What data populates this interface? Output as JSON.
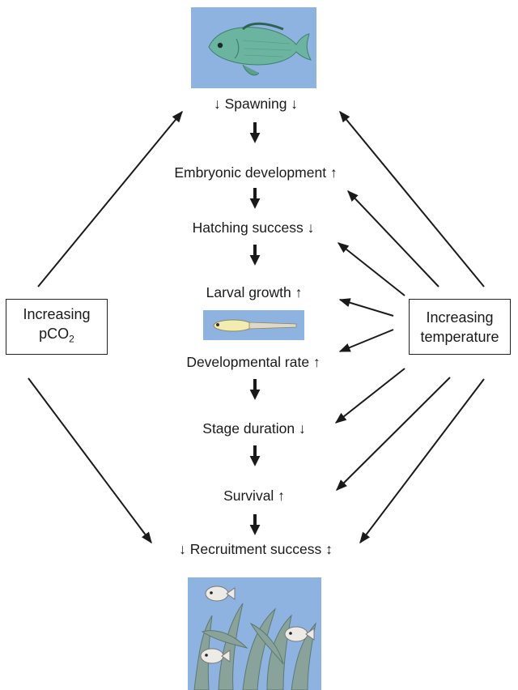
{
  "stages": [
    {
      "text": "↓ Spawning ↓"
    },
    {
      "text": "Embryonic development ↑"
    },
    {
      "text": "Hatching success ↓"
    },
    {
      "text": "Larval growth ↑"
    },
    {
      "text": "Developmental rate ↑"
    },
    {
      "text": "Stage duration ↓"
    },
    {
      "text": "Survival ↑"
    },
    {
      "text": "↓ Recruitment success ↕"
    }
  ],
  "left_driver": {
    "line1": "Increasing",
    "line2_main": "pCO",
    "line2_sub": "2"
  },
  "right_driver": {
    "line1": "Increasing",
    "line2": "temperature"
  },
  "colors": {
    "panel_blue": "#8fb3e0",
    "fish_green": "#6bb5a0",
    "seagrass": "#8aa39a",
    "arrow": "#1a1a1a"
  }
}
